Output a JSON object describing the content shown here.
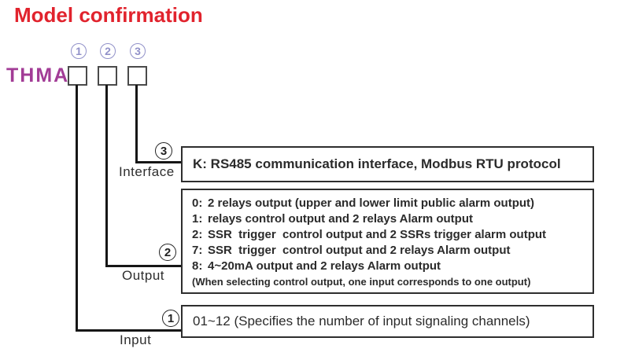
{
  "title": "Model confirmation",
  "model": {
    "prefix": "THMA",
    "digits": [
      "1",
      "2",
      "3"
    ]
  },
  "sections": {
    "interface": {
      "digit": "3",
      "label": "Interface",
      "text": "K: RS485 communication interface, Modbus RTU protocol"
    },
    "output": {
      "digit": "2",
      "label": "Output",
      "options": [
        {
          "key": "0:",
          "text": "2 relays output (upper and lower limit public alarm output)"
        },
        {
          "key": "1:",
          "text": "relays control output and 2 relays Alarm output"
        },
        {
          "key": "2:",
          "text": "SSR  trigger  control output and 2 SSRs trigger alarm output"
        },
        {
          "key": "7:",
          "text": "SSR  trigger  control output and 2 relays Alarm output"
        },
        {
          "key": "8:",
          "text": "4~20mA output and 2 relays Alarm output"
        }
      ],
      "note": "(When selecting control output, one input corresponds to one output)"
    },
    "input": {
      "digit": "1",
      "label": "Input",
      "text": "01~12 (Specifies the number of input signaling channels)"
    }
  },
  "colors": {
    "title_red": "#e1232d",
    "model_purple": "#a23c96",
    "digit_lavender": "#9191c9",
    "text_dark": "#2b2b2b",
    "line_black": "#161616"
  }
}
